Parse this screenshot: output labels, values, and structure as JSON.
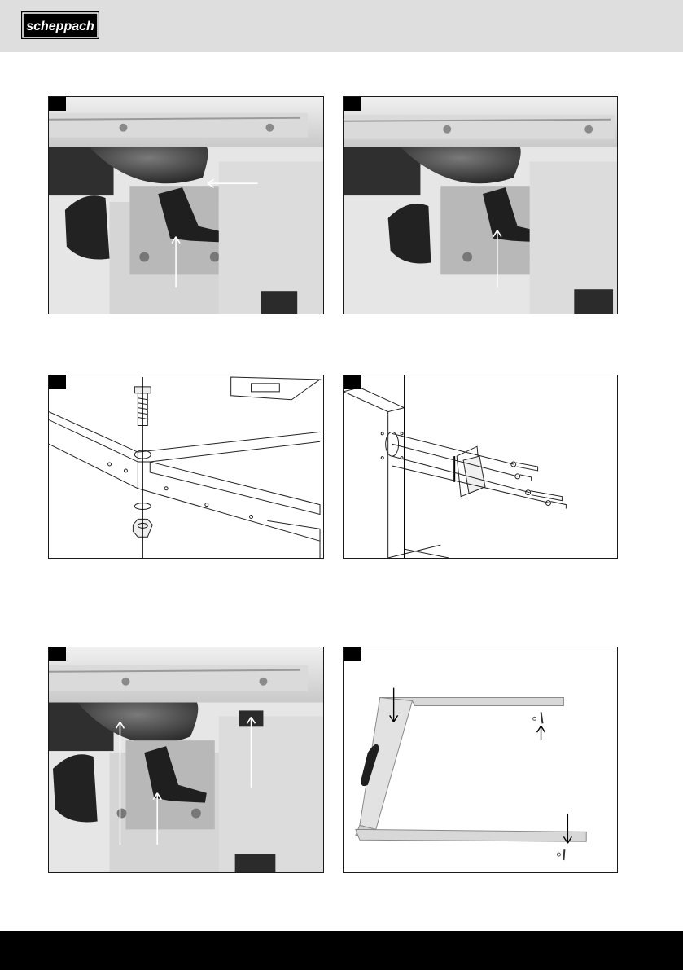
{
  "header": {
    "brand": "scheppach",
    "colors": {
      "band": "#dedede",
      "logo_bg": "#000000",
      "logo_text": "#ffffff"
    }
  },
  "footer": {
    "color": "#000000"
  },
  "figures": [
    {
      "id": "fig-1",
      "subject": "photo",
      "number_tag": ""
    },
    {
      "id": "fig-2",
      "subject": "photo",
      "number_tag": ""
    },
    {
      "id": "fig-3",
      "subject": "line-drawing",
      "number_tag": ""
    },
    {
      "id": "fig-4",
      "subject": "line-drawing",
      "number_tag": ""
    },
    {
      "id": "fig-5",
      "subject": "photo",
      "number_tag": ""
    },
    {
      "id": "fig-6",
      "subject": "photo",
      "number_tag": ""
    }
  ]
}
